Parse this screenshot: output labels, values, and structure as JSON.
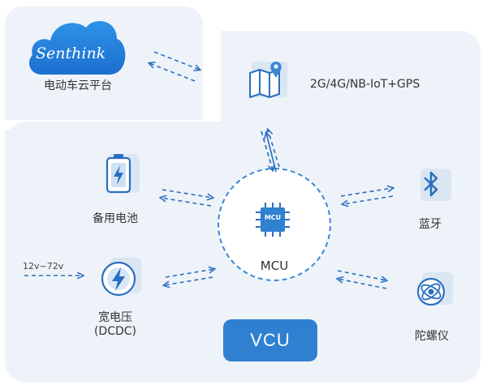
{
  "brand": {
    "logo_text": "Senthink",
    "platform_label": "电动车云平台"
  },
  "network": {
    "label": "2G/4G/NB-IoT+GPS"
  },
  "battery": {
    "label": "备用电池"
  },
  "bluetooth": {
    "label": "蓝牙"
  },
  "dcdc": {
    "label_line1": "宽电压",
    "label_line2": "(DCDC)",
    "input_range": "12v~72v"
  },
  "mcu": {
    "chip_text": "MCU",
    "label": "MCU"
  },
  "gyro": {
    "label": "陀螺仪"
  },
  "vcu": {
    "label": "VCU"
  },
  "colors": {
    "primary": "#2f80d1",
    "panel": "#eef3f9",
    "ring": "#3c86d6"
  }
}
